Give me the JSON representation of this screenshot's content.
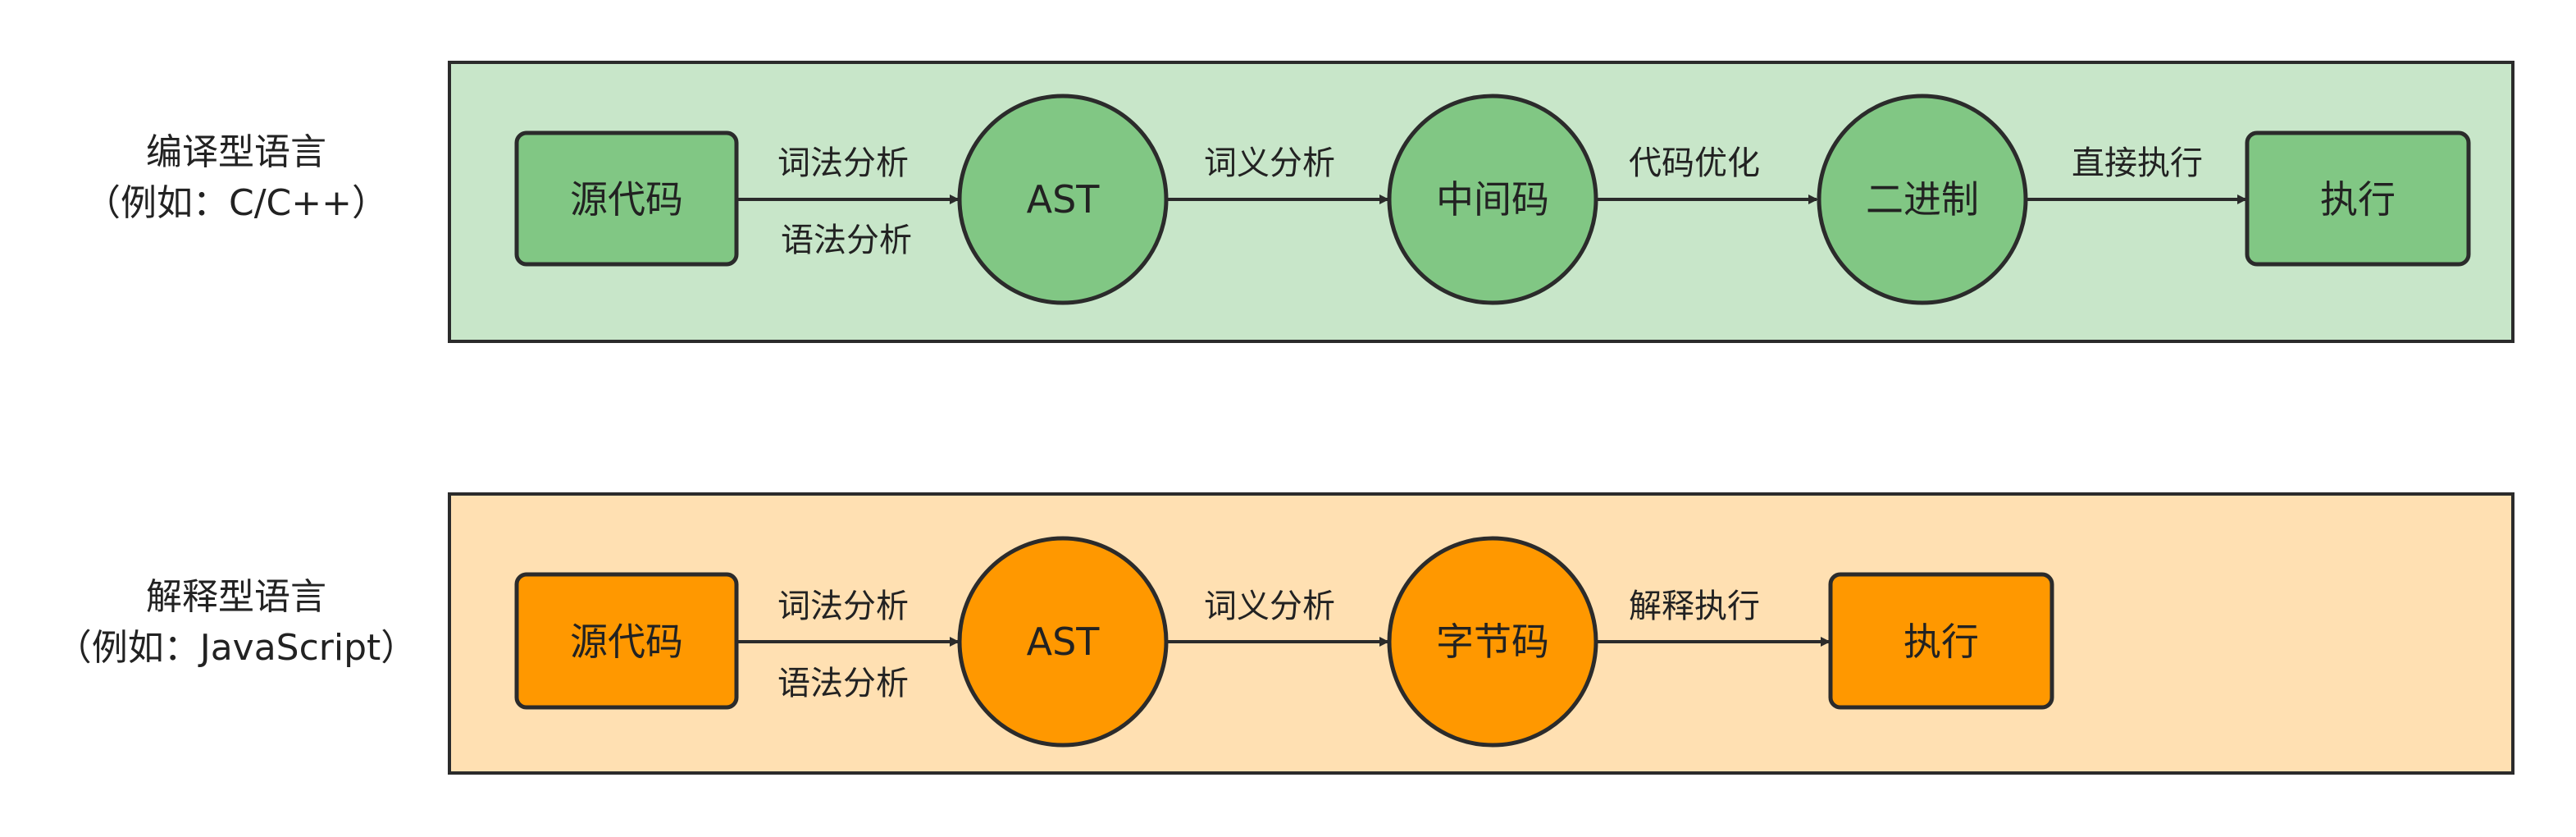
{
  "colors": {
    "compiled_panel_bg": "#c8e6c9",
    "compiled_node_fill": "#81c784",
    "interpreted_panel_bg": "#ffe0b2",
    "interpreted_node_fill": "#ff9800",
    "stroke": "#2b2b2b"
  },
  "compiled": {
    "label_line1": "编译型语言",
    "label_line2": "（例如：C/C++）",
    "nodes": [
      {
        "text": "源代码",
        "shape": "rect"
      },
      {
        "text": "AST",
        "shape": "circle"
      },
      {
        "text": "中间码",
        "shape": "circle"
      },
      {
        "text": "二进制",
        "shape": "circle"
      },
      {
        "text": "执行",
        "shape": "rect"
      }
    ],
    "edges": [
      {
        "top": "词法分析",
        "bottom": "语法分析"
      },
      {
        "top": "词义分析",
        "bottom": ""
      },
      {
        "top": "代码优化",
        "bottom": ""
      },
      {
        "top": "直接执行",
        "bottom": ""
      }
    ]
  },
  "interpreted": {
    "label_line1": "解释型语言",
    "label_line2": "（例如：JavaScript）",
    "nodes": [
      {
        "text": "源代码",
        "shape": "rect"
      },
      {
        "text": "AST",
        "shape": "circle"
      },
      {
        "text": "字节码",
        "shape": "circle"
      },
      {
        "text": "执行",
        "shape": "rect"
      }
    ],
    "edges": [
      {
        "top": "词法分析",
        "bottom": "语法分析"
      },
      {
        "top": "词义分析",
        "bottom": ""
      },
      {
        "top": "解释执行",
        "bottom": ""
      }
    ]
  }
}
